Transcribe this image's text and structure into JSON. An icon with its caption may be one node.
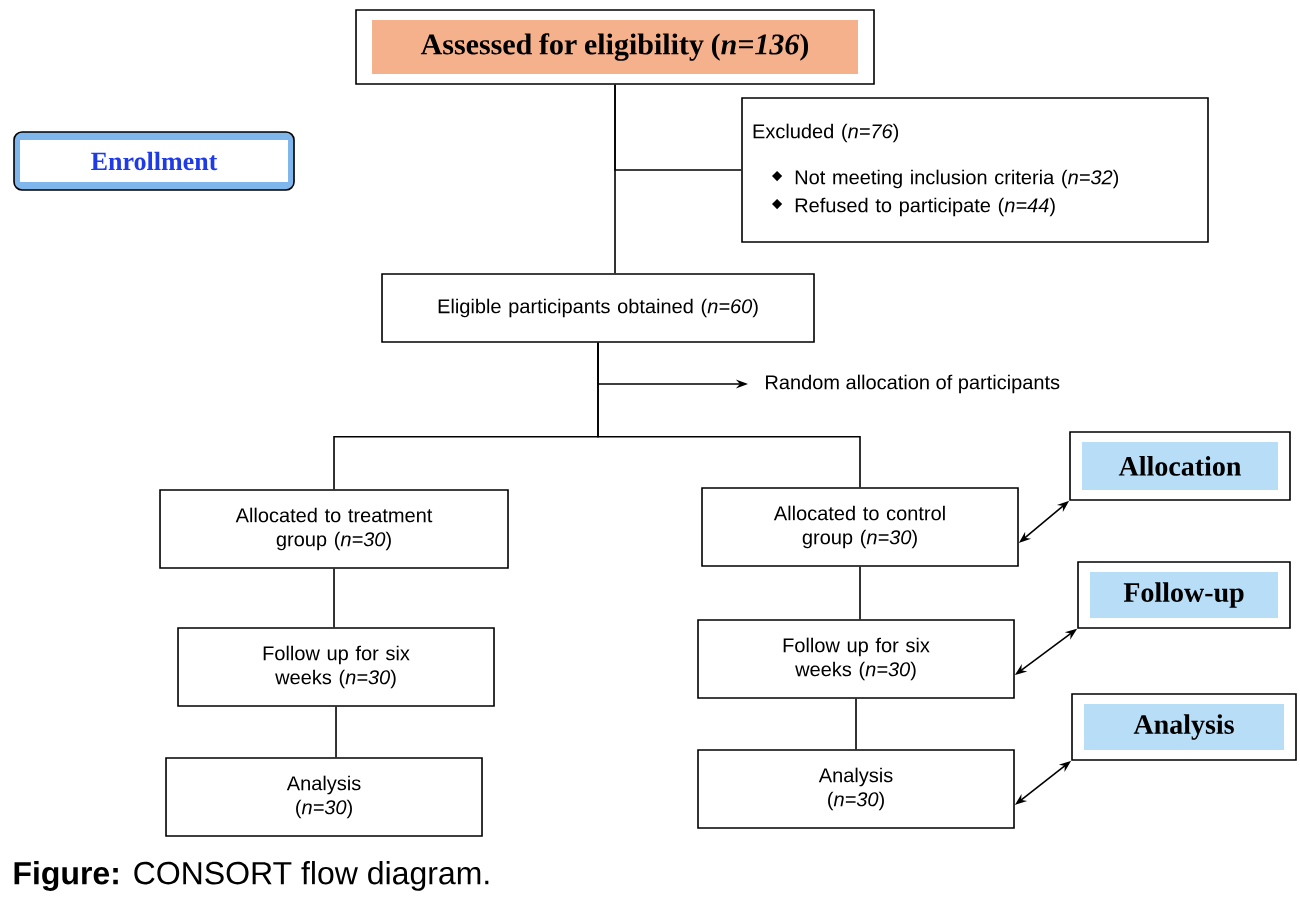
{
  "diagram": {
    "caption": "**Figure:** CONSORT flow diagram.",
    "nodes": [
      {
        "text": [
          "Assessed for eligibility (*n=136*)"
        ]
      },
      {
        "text": [
          "Enrollment"
        ]
      },
      {
        "text": [
          "Excluded (*n=76*)",
          "Not meeting inclusion criteria (*n=32*)",
          "Refused to participate (*n=44*)"
        ]
      },
      {
        "text": [
          "Eligible participants obtained (*n=60*)"
        ]
      },
      {
        "text": [
          "Random allocation of participants"
        ]
      },
      {
        "text": [
          "Allocated to treatment group (*n=30*)"
        ]
      },
      {
        "text": [
          "Allocated to control group (*n=30*)"
        ]
      },
      {
        "text": [
          "Allocation"
        ]
      },
      {
        "text": [
          "Follow up for six weeks (*n=30*)"
        ]
      },
      {
        "text": [
          "Follow up for six weeks (*n=30*)"
        ]
      },
      {
        "text": [
          "Follow-up"
        ]
      },
      {
        "text": [
          "Analysis (*n=30*)"
        ]
      },
      {
        "text": [
          "Analysis (*n=30*)"
        ]
      },
      {
        "text": [
          "Analysis"
        ]
      }
    ],
    "edges": [
      {
        "from": 0,
        "to": 3,
        "arrow": "none"
      },
      {
        "from": 0,
        "to": 2,
        "arrow": "none"
      },
      {
        "from": 3,
        "to": 4,
        "arrow": "to"
      },
      {
        "from": 3,
        "to": 5,
        "arrow": "none"
      },
      {
        "from": 3,
        "to": 6,
        "arrow": "none"
      },
      {
        "from": 5,
        "to": 8,
        "arrow": "none"
      },
      {
        "from": 8,
        "to": 11,
        "arrow": "none"
      },
      {
        "from": 6,
        "to": 9,
        "arrow": "none"
      },
      {
        "from": 9,
        "to": 12,
        "arrow": "none"
      },
      {
        "from": 6,
        "to": 7,
        "arrow": "both"
      },
      {
        "from": 9,
        "to": 10,
        "arrow": "both"
      },
      {
        "from": 12,
        "to": 13,
        "arrow": "both"
      }
    ]
  }
}
